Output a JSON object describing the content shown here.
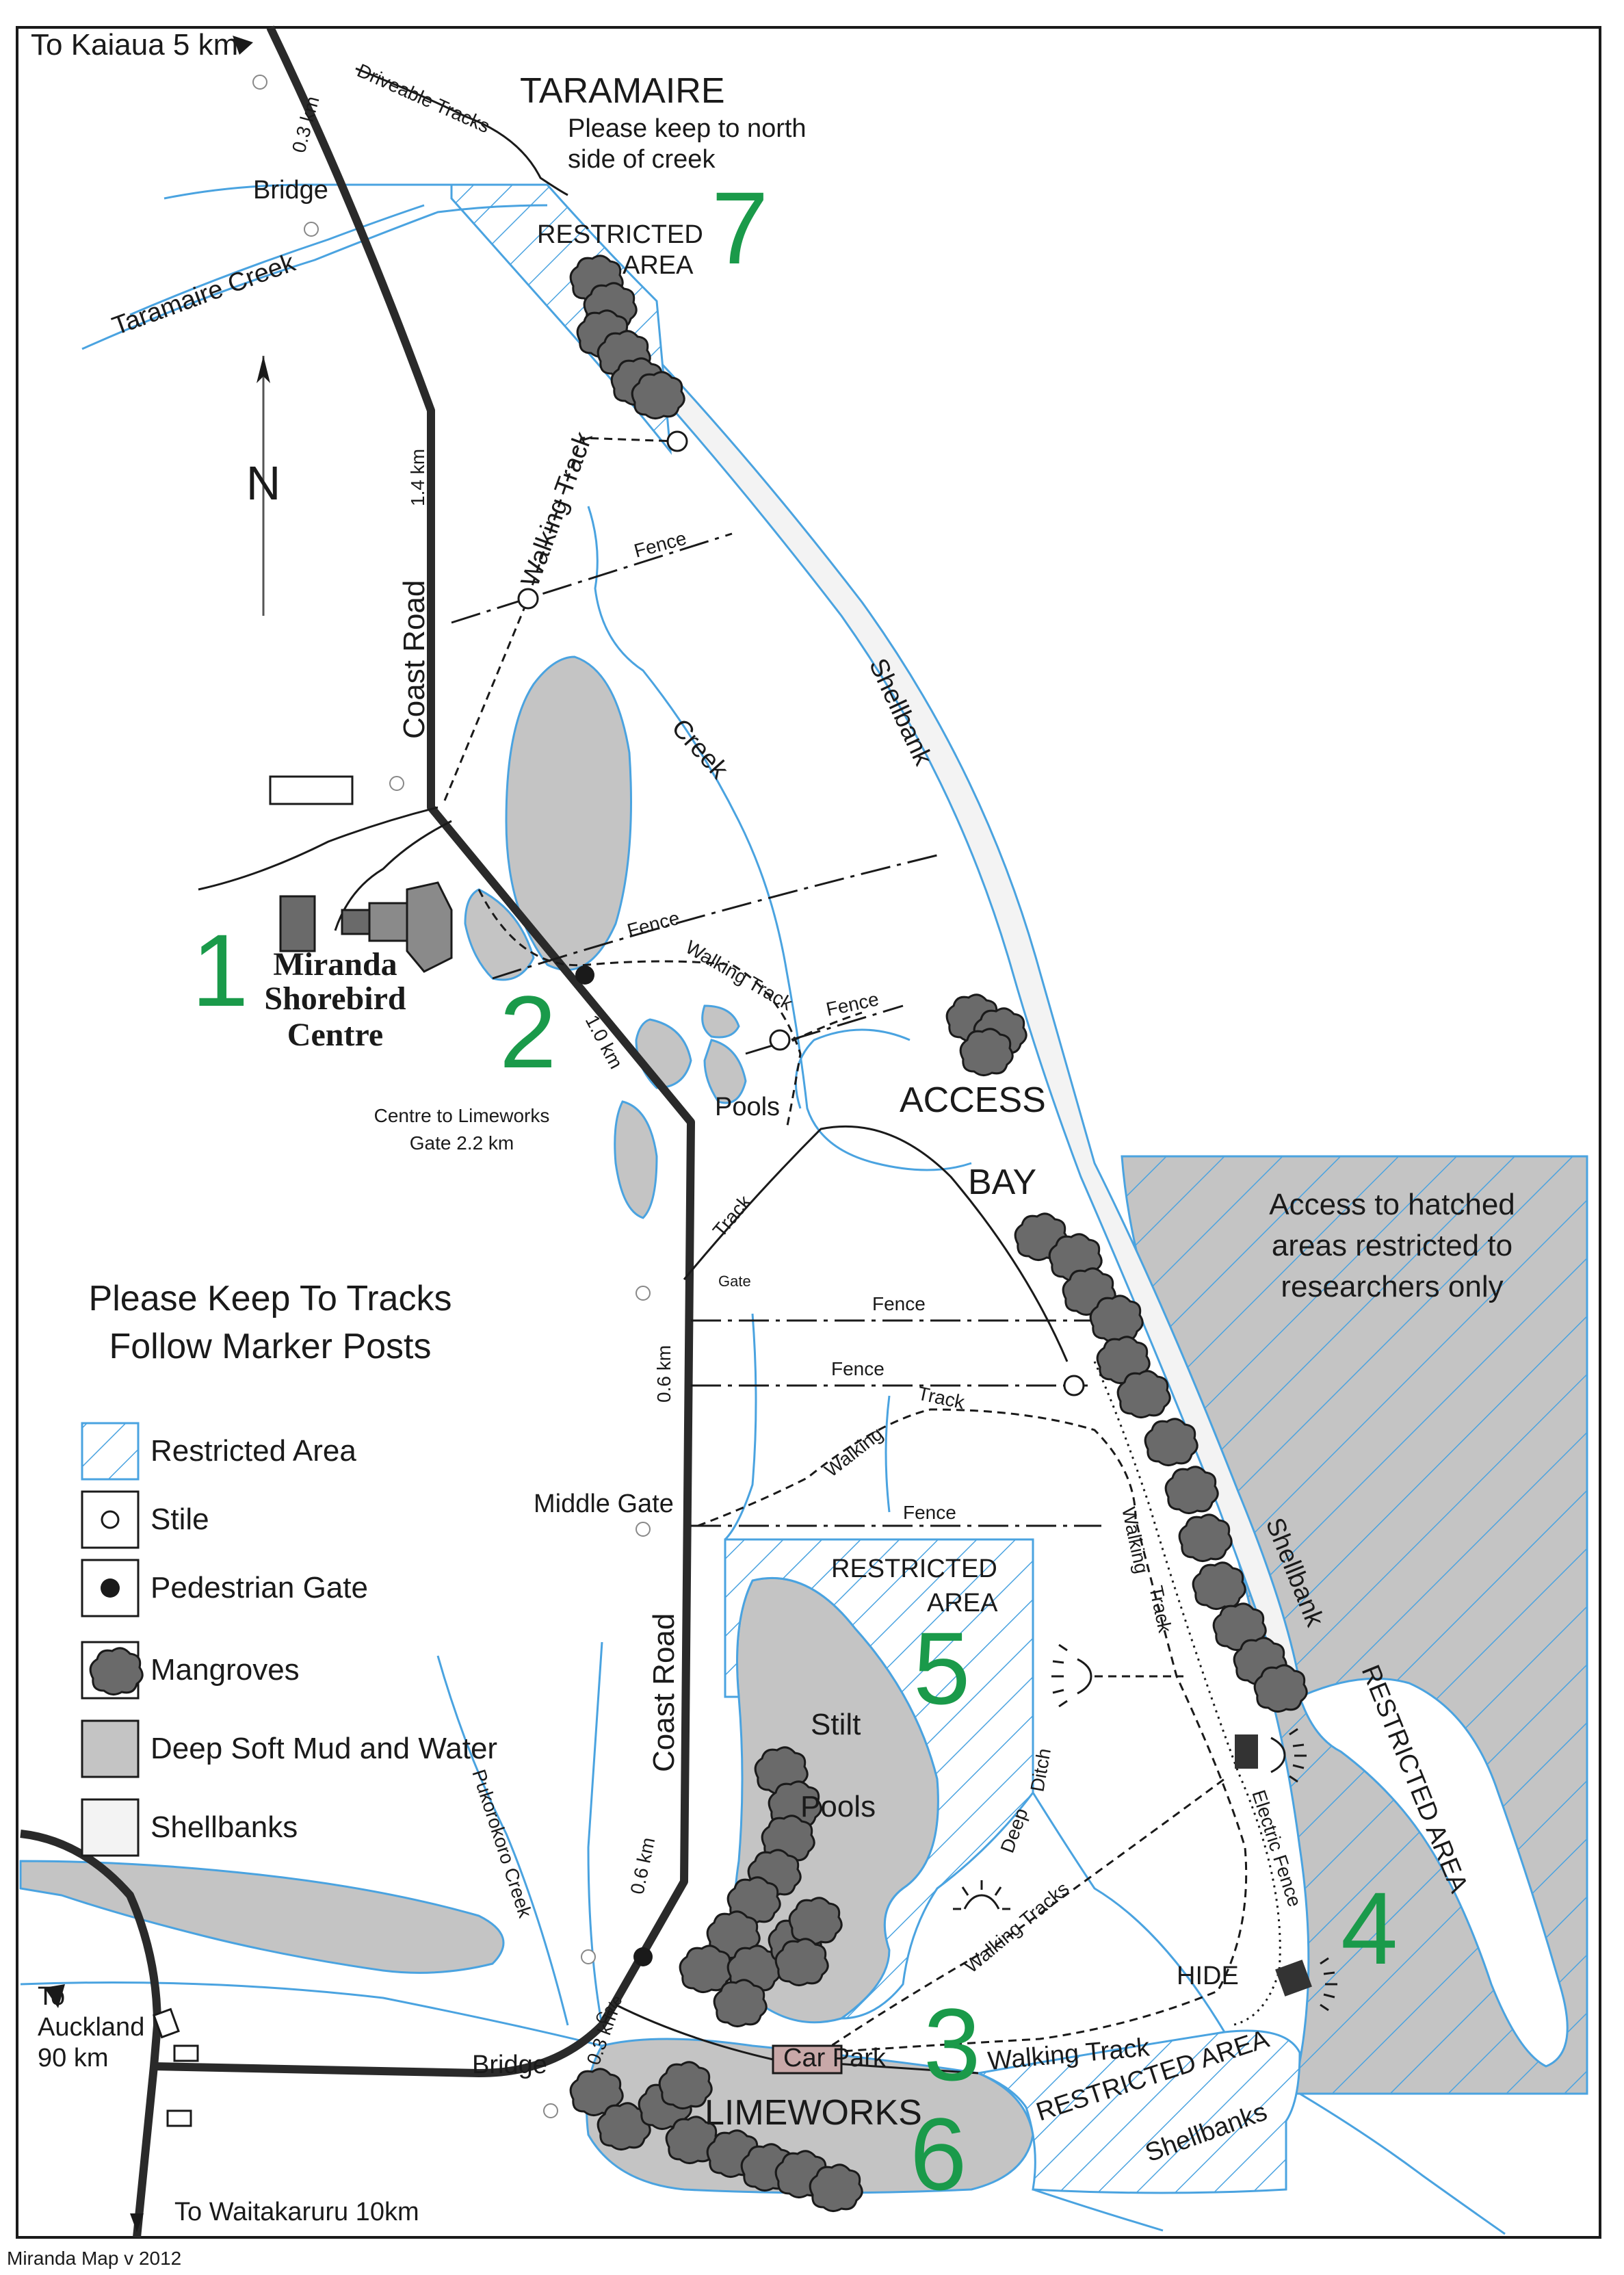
{
  "places": {
    "to_kaiaua": "To Kaiaua 5 km",
    "driveable_tracks": "Driveable Tracks",
    "taramaire": "TARAMAIRE",
    "keep_north_line1": "Please keep to north",
    "keep_north_line2": "side of creek",
    "bridge_north": "Bridge",
    "taramaire_creek": "Taramaire Creek",
    "restricted_top_line1": "RESTRICTED",
    "restricted_top_line2": "AREA",
    "north_arrow": "N",
    "walking_track_north": "Walking Track",
    "fence_north": "Fence",
    "coast_road_north": "Coast  Road",
    "creek": "Creek",
    "shellbank_north": "Shellbank",
    "fence_mid": "Fence",
    "walking_track_mid": "Walking Track",
    "fence_mid2": "Fence",
    "centre_line1": "Miranda",
    "centre_line2": "Shorebird",
    "centre_line3": "Centre",
    "pools": "Pools",
    "access": "ACCESS",
    "bay": "BAY",
    "centre_lime_line1": "Centre to Limeworks",
    "centre_lime_line2": "Gate 2.2 km",
    "track": "Track",
    "gate_upper": "Gate",
    "access_note_line1": "Access to hatched",
    "access_note_line2": "areas restricted to",
    "access_note_line3": "researchers only",
    "keep_tracks_line1": "Please Keep To Tracks",
    "keep_tracks_line2": "Follow Marker Posts",
    "fence_a": "Fence",
    "fence_b": "Fence",
    "walking_track_c": "Walking",
    "track_c": "Track",
    "middle_gate": "Middle Gate",
    "fence_c": "Fence",
    "restricted_5_line1": "RESTRICTED",
    "restricted_5_line2": "AREA",
    "walking_track_d": "Walking",
    "track_d": "Track",
    "shellbank_south": "Shellbank",
    "restricted_area_east": "RESTRICTED AREA",
    "stilt": "Stilt",
    "pools_stilt": "Pools",
    "deep": "Deep",
    "ditch": "Ditch",
    "coast_road_south": "Coast  Road",
    "electric_fence": "Electric Fence",
    "pukorokoro_creek": "Pukorokoro Creek",
    "walking_tracks": "Walking Tracks",
    "hide": "HIDE",
    "to_auckland_line1": "To",
    "to_auckland_line2": "Auckland",
    "to_auckland_line3": "90 km",
    "gate_lower": "Gate",
    "car_park": "Car Park",
    "walking_track_south": "Walking Track",
    "bridge_south": "Bridge",
    "limeworks": "LIMEWORKS",
    "restricted_area_south": "RESTRICTED AREA",
    "shellbanks": "Shellbanks",
    "to_waitakaruru": "To Waitakaruru 10km",
    "map_version": "Miranda Map v 2012"
  },
  "distances": {
    "d1": "0.3 km",
    "d2": "1.4 km",
    "d3": "1.0 km",
    "d4": "0.6 km",
    "d5": "0.6 km",
    "d6": "0.3 km"
  },
  "zones": {
    "z1": "1",
    "z2": "2",
    "z3": "3",
    "z4": "4",
    "z5": "5",
    "z6": "6",
    "z7": "7"
  },
  "legend": {
    "restricted_area": "Restricted Area",
    "stile": "Stile",
    "pedestrian_gate": "Pedestrian Gate",
    "mangroves": "Mangroves",
    "deep_mud": "Deep Soft Mud and Water",
    "shellbanks": "Shellbanks"
  },
  "colors": {
    "water": "#4aa3e0",
    "mud": "#c4c4c4",
    "zone_numbers": "#1a9a4a",
    "road": "#2a2a2a",
    "mangrove": "#6a6a6a"
  }
}
